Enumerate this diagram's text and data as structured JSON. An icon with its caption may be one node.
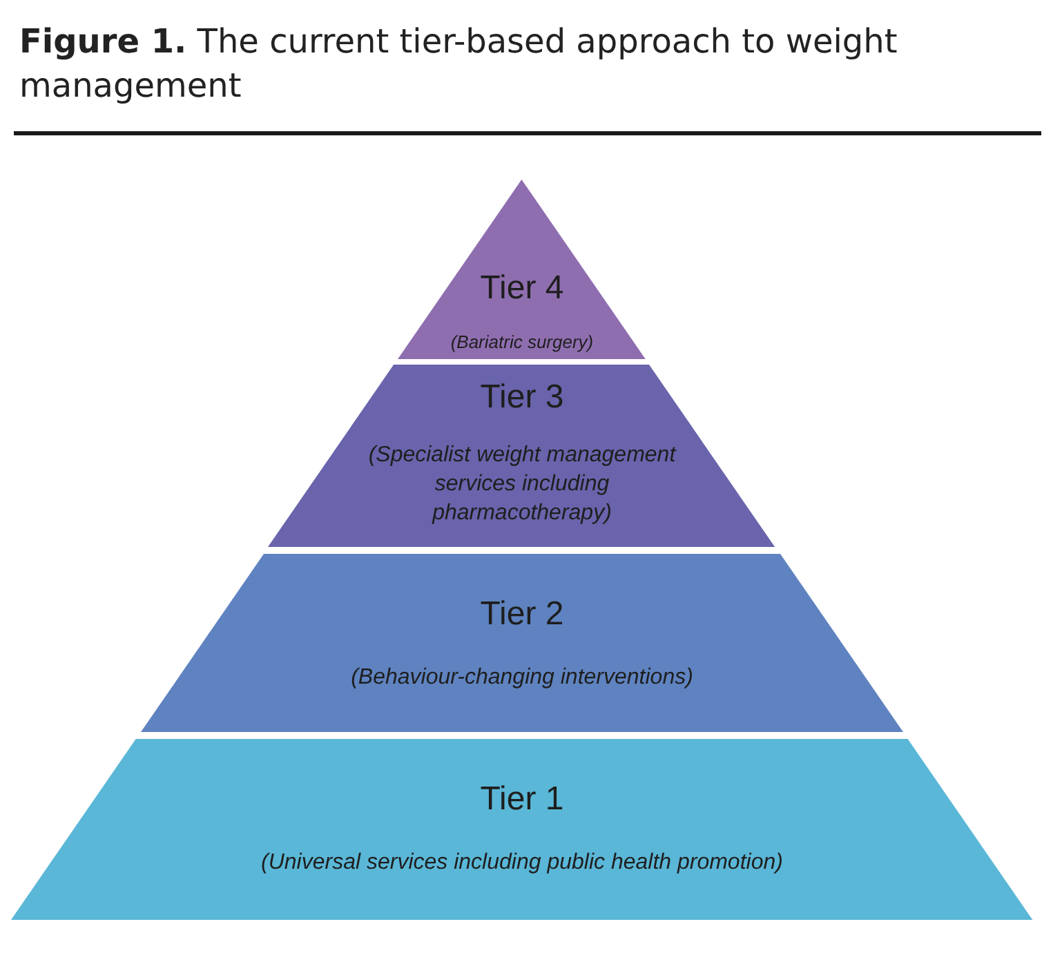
{
  "diagram": {
    "title": "**Figure 1.** The current tier-based approach to weight management",
    "nodes": [
      {
        "text": [
          "Tier 4",
          "(Bariatric surgery)"
        ]
      },
      {
        "text": [
          "Tier 3",
          "(Specialist weight management services including pharmacotherapy)"
        ]
      },
      {
        "text": [
          "Tier 2",
          "(Behaviour-changing interventions)"
        ]
      },
      {
        "text": [
          "Tier 1",
          "(Universal services including public health promotion)"
        ]
      }
    ]
  }
}
